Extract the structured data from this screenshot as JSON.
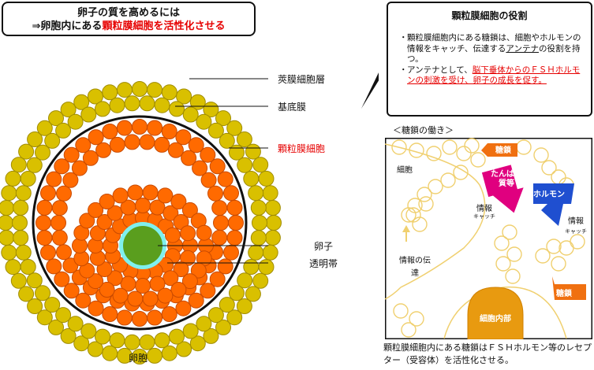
{
  "title": {
    "line1": "卵子の質を高めるには",
    "line2_prefix": "⇒卵胞内にある",
    "line2_highlight": "顆粒膜細胞を活性化させる"
  },
  "role_box": {
    "title": "顆粒膜細胞の役割",
    "bullet1_text1": "顆粒膜細胞内にある糖鎖は、細胞やホルモンの情報をキャッチ、伝達する",
    "bullet1_underline": "アンテナ",
    "bullet1_text2": "の役割を持つ。",
    "bullet2_text1": "アンテナとして、",
    "bullet2_red": "脳下垂体からのＦＳＨホルモンの刺激を受け、卵子の成長を促す。"
  },
  "follicle_labels": {
    "theca": "莢膜細胞層",
    "basement": "基底膜",
    "granulosa": "顆粒膜細胞",
    "oocyte": "卵子",
    "zona": "透明帯",
    "follicle": "卵胞"
  },
  "sugar_chain": {
    "heading": "＜糖鎖の働き＞",
    "cell_label": "細胞",
    "tousa_label_top": "糖鎖",
    "tousa_label_bottom": "糖鎖",
    "protein_label": "たんぱく質等",
    "hormone_label": "ホルモン",
    "info_catch_left": "情報",
    "catch_left": "キャッチ",
    "info_catch_right": "情報",
    "catch_right": "キャッチ",
    "info_transmit": "情報の伝達",
    "cell_inside": "細胞内部"
  },
  "caption": "顆粒膜細胞内にある糖鎖はＦＳＨホルモン等のレセプター（受容体）を活性化させる。",
  "colors": {
    "theca": "#d9c000",
    "granulosa": "#ff6a00",
    "oocyte": "#5a9e1e",
    "zona": "#7ff0ee",
    "sugar_stroke": "#f0d070",
    "cell_inside": "#e89a10",
    "protein_arrow": "#e0007f",
    "hormone_arrow": "#1f4fd0",
    "tag": "#f07010"
  }
}
